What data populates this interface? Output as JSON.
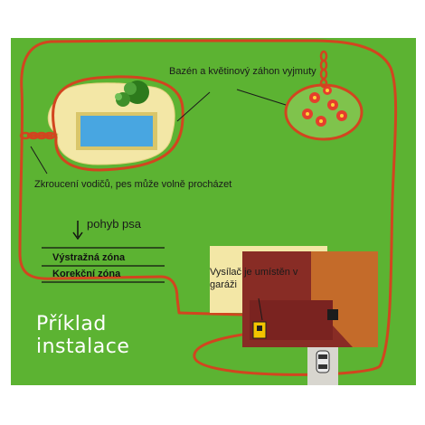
{
  "labels": {
    "excluded_areas": "Bazén a květinový záhon vyjmuty",
    "twisted_wires": "Zkroucení vodičů, pes může volně procházet",
    "dog_movement": "pohyb psa",
    "warning_zone": "Výstražná zóna",
    "correction_zone": "Korekční zóna",
    "transmitter_location": "Vysílač je umístěn v garáži",
    "example_title": "Příklad instalace"
  },
  "colors": {
    "lawn": "#5cb332",
    "wire": "#d2451f",
    "pool_water": "#48a6e1",
    "pool_deck": "#f3e7a6",
    "house_roof": "#882c25",
    "house_wall": "#c46b2a",
    "transmitter": "#f3c400",
    "flower": "#e53e2c"
  }
}
